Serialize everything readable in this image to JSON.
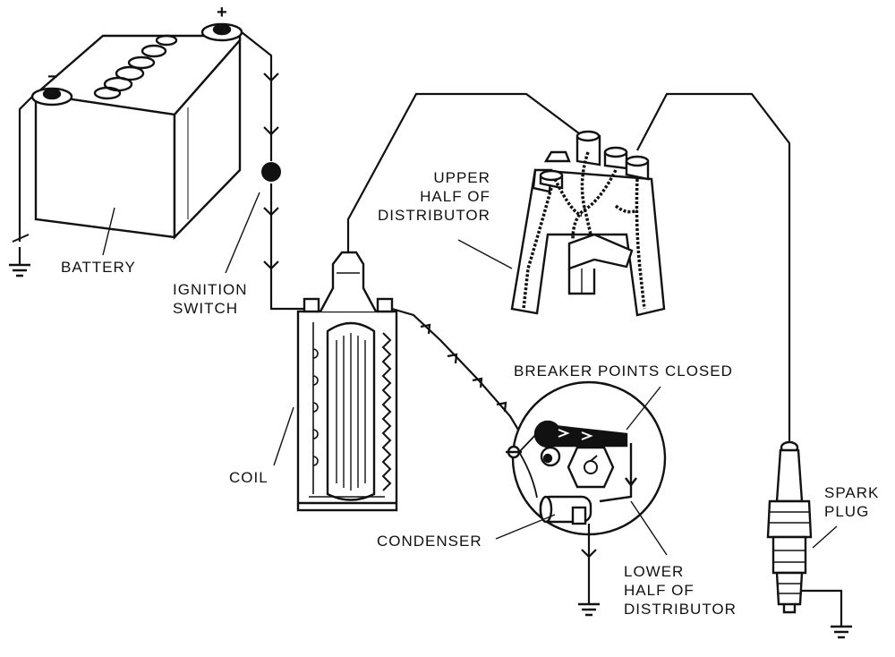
{
  "diagram": {
    "labels": {
      "battery": "BATTERY",
      "ignition_switch": [
        "IGNITION",
        "SWITCH"
      ],
      "coil": "COIL",
      "upper_distributor": [
        "UPPER",
        "HALF OF",
        "DISTRIBUTOR"
      ],
      "breaker_points": "BREAKER POINTS CLOSED",
      "condenser": "CONDENSER",
      "lower_distributor": [
        "LOWER",
        "HALF OF",
        "DISTRIBUTOR"
      ],
      "spark_plug": [
        "SPARK",
        "PLUG"
      ]
    },
    "terminal_marks": {
      "positive": "+",
      "negative": "−"
    },
    "colors": {
      "ink": "#111111",
      "background": "#ffffff"
    }
  }
}
